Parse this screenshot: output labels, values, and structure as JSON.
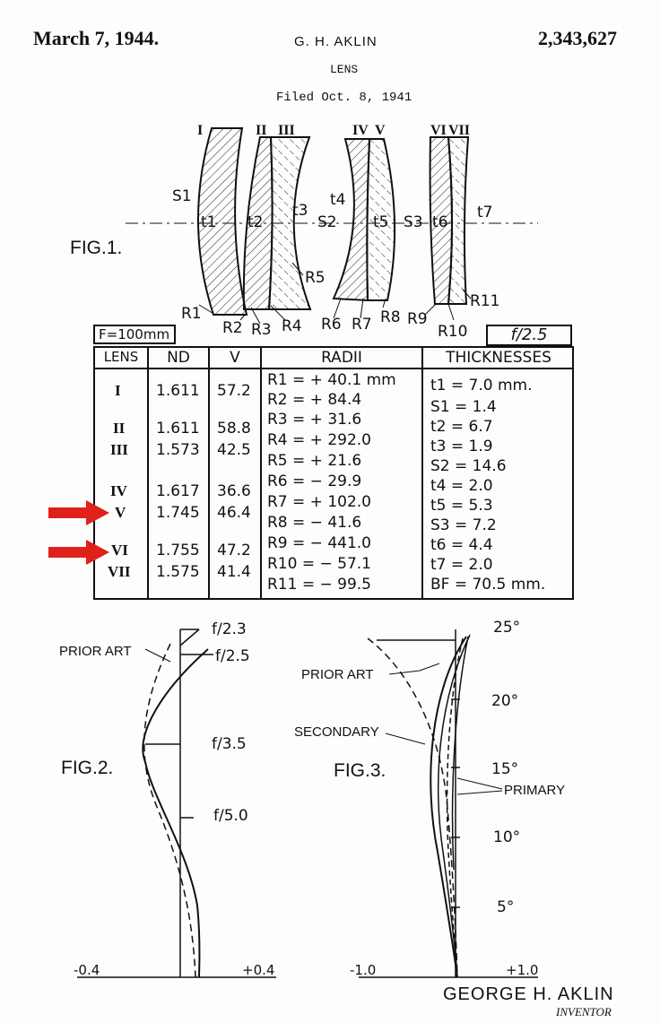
{
  "header": {
    "date": "March 7, 1944.",
    "inventor": "G. H. AKLIN",
    "patent_number": "2,343,627",
    "title": "LENS",
    "filed": "Filed Oct. 8, 1941"
  },
  "fig1": {
    "label": "FIG.1.",
    "lens_numerals": [
      "I",
      "II",
      "III",
      "IV",
      "V",
      "VI",
      "VII"
    ],
    "thickness_labels": [
      "t1",
      "S1",
      "t2",
      "t3",
      "S2",
      "t4",
      "t5",
      "S3",
      "t6",
      "t7"
    ],
    "radius_labels": [
      "R1",
      "R2",
      "R3",
      "R4",
      "R5",
      "R6",
      "R7",
      "R8",
      "R9",
      "R10",
      "R11"
    ]
  },
  "table": {
    "focal": "F=100mm",
    "aperture": "f/2.5",
    "headers": [
      "LENS",
      "ND",
      "V",
      "RADII",
      "THICKNESSES"
    ],
    "lenses": [
      {
        "lens": "I",
        "nd": "1.611",
        "v": "57.2"
      },
      {
        "lens": "II",
        "nd": "1.611",
        "v": "58.8"
      },
      {
        "lens": "III",
        "nd": "1.573",
        "v": "42.5"
      },
      {
        "lens": "IV",
        "nd": "1.617",
        "v": "36.6"
      },
      {
        "lens": "V",
        "nd": "1.745",
        "v": "46.4"
      },
      {
        "lens": "VI",
        "nd": "1.755",
        "v": "47.2"
      },
      {
        "lens": "VII",
        "nd": "1.575",
        "v": "41.4"
      }
    ],
    "radii": [
      "R1 = + 40.1 mm",
      "R2 = + 84.4",
      "R3 = + 31.6",
      "R4 = + 292.0",
      "R5 = + 21.6",
      "R6 = − 29.9",
      "R7 = + 102.0",
      "R8 = − 41.6",
      "R9 = − 441.0",
      "R10 = − 57.1",
      "R11 = − 99.5"
    ],
    "thicknesses": [
      "t1 = 7.0 mm.",
      "S1 = 1.4",
      "t2 = 6.7",
      "t3 = 1.9",
      "S2 = 14.6",
      "t4 = 2.0",
      "t5 = 5.3",
      "S3 = 7.2",
      "t6 = 4.4",
      "t7 = 2.0",
      "BF = 70.5 mm."
    ]
  },
  "fig2": {
    "label": "FIG.2.",
    "prior_art": "PRIOR ART",
    "apertures": [
      "f/2.3",
      "f/2.5",
      "f/3.5",
      "f/5.0"
    ],
    "axis": [
      "-0.4",
      "+0.4"
    ]
  },
  "fig3": {
    "label": "FIG.3.",
    "prior_art": "PRIOR ART",
    "secondary": "SECONDARY",
    "primary": "PRIMARY",
    "angles": [
      "25°",
      "20°",
      "15°",
      "10°",
      "5°"
    ],
    "axis": [
      "-1.0",
      "+1.0"
    ]
  },
  "signature": {
    "name": "GEORGE H. AKLIN",
    "role": "INVENTOR"
  },
  "colors": {
    "ink": "#111111",
    "annotation_arrow": "#e0201b"
  }
}
